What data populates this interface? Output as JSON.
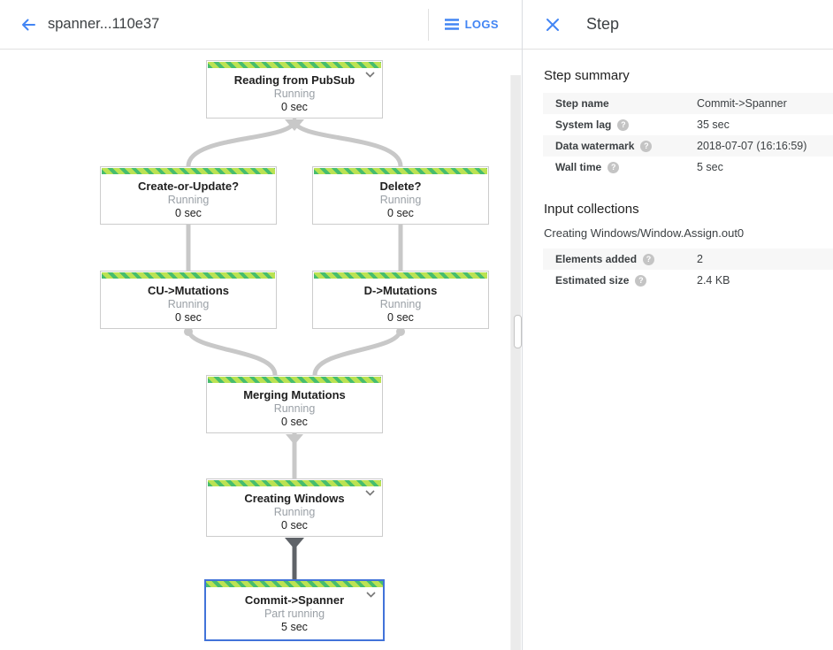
{
  "header": {
    "title": "spanner...110e37",
    "logs_label": "LOGS"
  },
  "panel": {
    "title": "Step",
    "summary": {
      "heading": "Step summary",
      "rows": [
        {
          "label": "Step name",
          "value": "Commit->Spanner",
          "help": false
        },
        {
          "label": "System lag",
          "value": "35 sec",
          "help": true
        },
        {
          "label": "Data watermark",
          "value": "2018-07-07 (16:16:59)",
          "help": true
        },
        {
          "label": "Wall time",
          "value": "5 sec",
          "help": true
        }
      ]
    },
    "input_collections": {
      "heading": "Input collections",
      "collection_name": "Creating Windows/Window.Assign.out0",
      "rows": [
        {
          "label": "Elements added",
          "value": "2",
          "help": true
        },
        {
          "label": "Estimated size",
          "value": "2.4 KB",
          "help": true
        }
      ]
    }
  },
  "graph": {
    "nodes": [
      {
        "id": "reading-from-pubsub",
        "title": "Reading from PubSub",
        "status": "Running",
        "time": "0 sec",
        "chevron": true,
        "selected": false
      },
      {
        "id": "create-or-update",
        "title": "Create-or-Update?",
        "status": "Running",
        "time": "0 sec",
        "chevron": false,
        "selected": false
      },
      {
        "id": "delete",
        "title": "Delete?",
        "status": "Running",
        "time": "0 sec",
        "chevron": false,
        "selected": false
      },
      {
        "id": "cu-mutations",
        "title": "CU->Mutations",
        "status": "Running",
        "time": "0 sec",
        "chevron": false,
        "selected": false
      },
      {
        "id": "d-mutations",
        "title": "D->Mutations",
        "status": "Running",
        "time": "0 sec",
        "chevron": false,
        "selected": false
      },
      {
        "id": "merging-mutations",
        "title": "Merging Mutations",
        "status": "Running",
        "time": "0 sec",
        "chevron": false,
        "selected": false
      },
      {
        "id": "creating-windows",
        "title": "Creating Windows",
        "status": "Running",
        "time": "0 sec",
        "chevron": true,
        "selected": false
      },
      {
        "id": "commit-spanner",
        "title": "Commit->Spanner",
        "status": "Part running",
        "time": "5 sec",
        "chevron": true,
        "selected": true
      }
    ]
  },
  "icons": {
    "back": "arrow-left",
    "logs": "list",
    "close": "x",
    "help": "question-circle",
    "chevron": "chevron-down"
  },
  "colors": {
    "accent_blue": "#4285f4",
    "selected_border": "#4273d9",
    "stripe_light": "#bbe253",
    "stripe_dark": "#47bd6e",
    "status_gray": "#9aa0a6",
    "edge_gray": "#c8c8c8",
    "edge_dark": "#5f6368"
  }
}
